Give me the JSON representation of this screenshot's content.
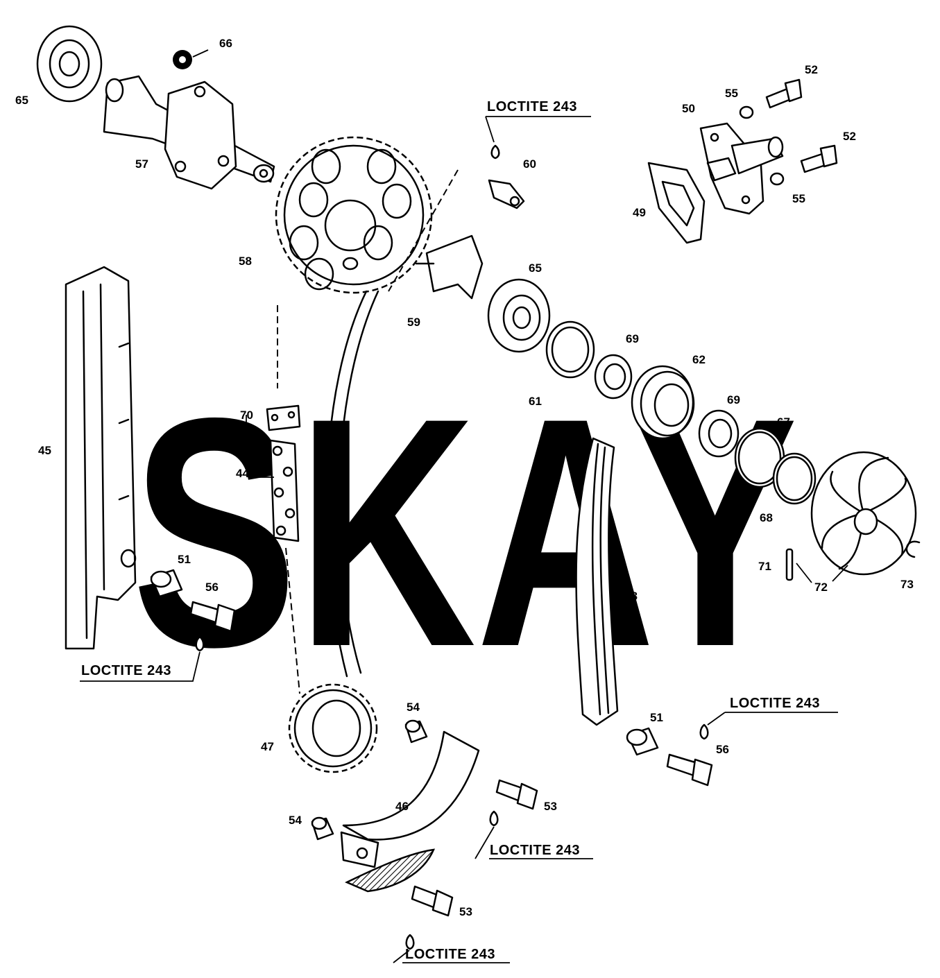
{
  "watermark": {
    "text": "SKAY",
    "color": "#d9d9d9"
  },
  "loctite_label": "LOCTITE 243",
  "parts": [
    "44",
    "45",
    "46",
    "47",
    "48",
    "49",
    "50",
    "51",
    "52",
    "53",
    "54",
    "55",
    "56",
    "57",
    "58",
    "59",
    "60",
    "61",
    "62",
    "65",
    "66",
    "67",
    "68",
    "69",
    "70",
    "71",
    "72",
    "73"
  ],
  "colors": {
    "line": "#000000",
    "background": "#ffffff"
  }
}
